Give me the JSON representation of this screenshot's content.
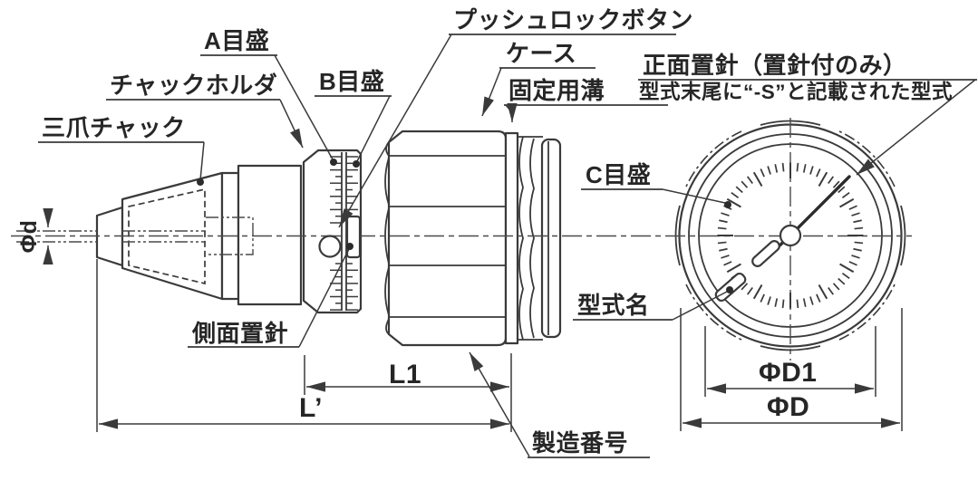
{
  "diagram": {
    "labels": {
      "three_jaw_chuck": "三爪チャック",
      "chuck_holder": "チャックホルダ",
      "scale_a": "A目盛",
      "scale_b": "B目盛",
      "push_lock_button": "プッシュロックボタン",
      "case": "ケース",
      "fixing_groove": "固定用溝",
      "side_set_pointer": "側面置針",
      "serial_number": "製造番号",
      "front_set_pointer": "正面置針（置針付のみ）",
      "front_set_pointer_note": "型式末尾に“-S”と記載された型式",
      "scale_c": "C目盛",
      "model_name": "型式名"
    },
    "dimensions": {
      "phi_d_small": "Φd",
      "l1": "L1",
      "l_prime": "L’",
      "phi_d1": "ΦD1",
      "phi_d": "ΦD"
    },
    "colors": {
      "line": "#3a3a3a",
      "text": "#262626",
      "background": "#ffffff"
    }
  }
}
